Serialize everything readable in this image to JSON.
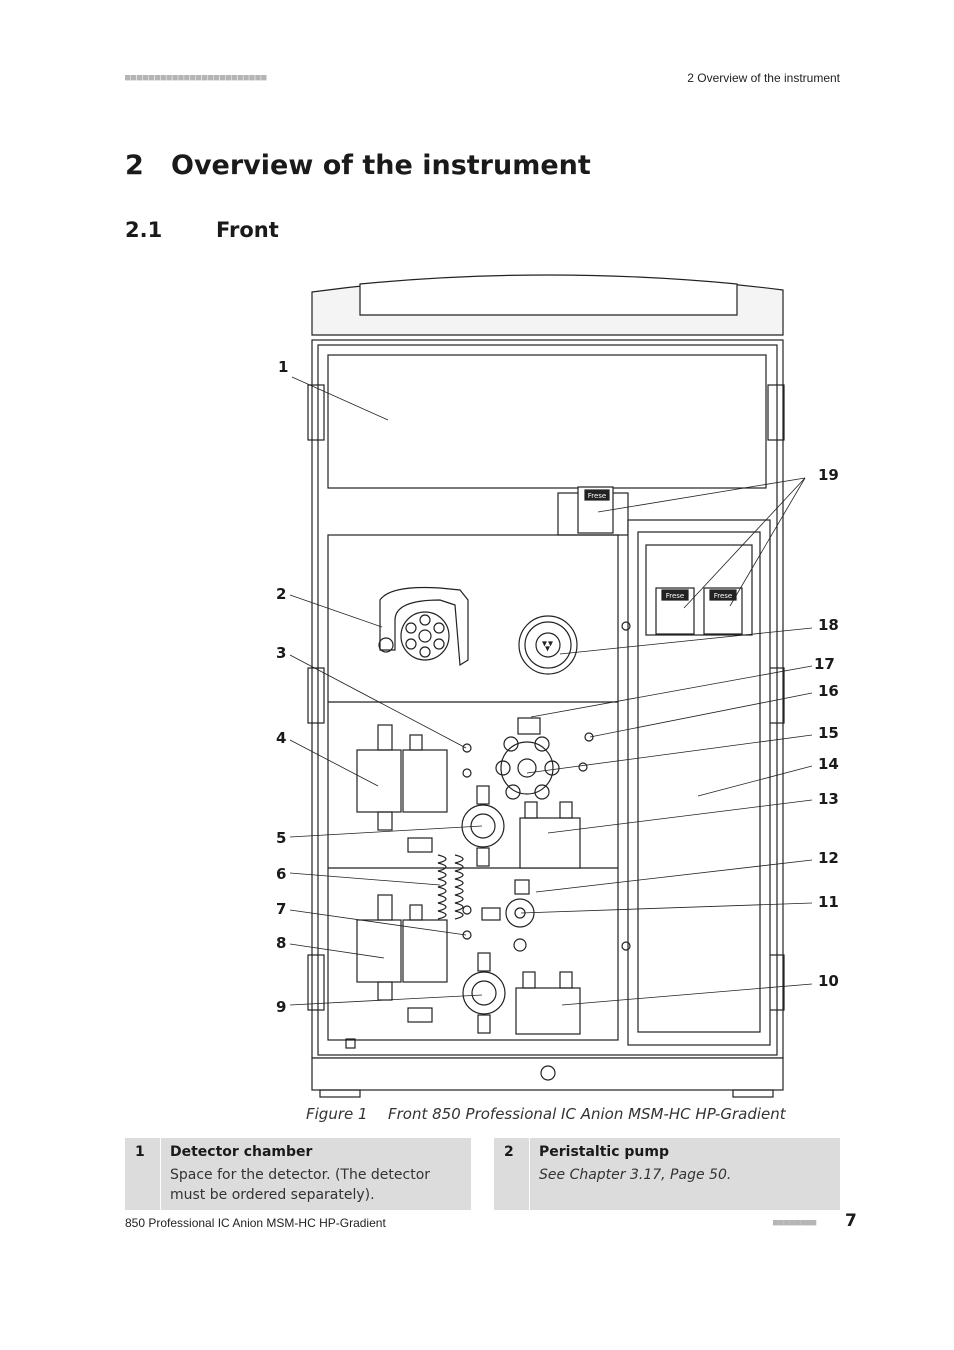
{
  "header": {
    "dots": "■■■■■■■■■■■■■■■■■■■■■■■■",
    "title": "2 Overview of the instrument"
  },
  "chapter": {
    "number": "2",
    "title": "Overview of the instrument"
  },
  "section": {
    "number": "2.1",
    "title": "Front"
  },
  "figure": {
    "callouts": [
      "1",
      "2",
      "3",
      "4",
      "5",
      "6",
      "7",
      "8",
      "9",
      "10",
      "11",
      "12",
      "13",
      "14",
      "15",
      "16",
      "17",
      "18",
      "19"
    ],
    "tag_text": "Frese",
    "caption_label": "Figure 1",
    "caption_text": "Front 850 Professional IC Anion MSM-HC HP-Gradient"
  },
  "legend": [
    {
      "number": "1",
      "title": "Detector chamber",
      "description": "Space for the detector. (The detector must be ordered separately)."
    },
    {
      "number": "2",
      "title": "Peristaltic pump",
      "description": "See Chapter 3.17, Page 50."
    }
  ],
  "footer": {
    "product": "850 Professional IC Anion MSM-HC HP-Gradient",
    "dots": "■■■■■■■■",
    "page": "7"
  }
}
